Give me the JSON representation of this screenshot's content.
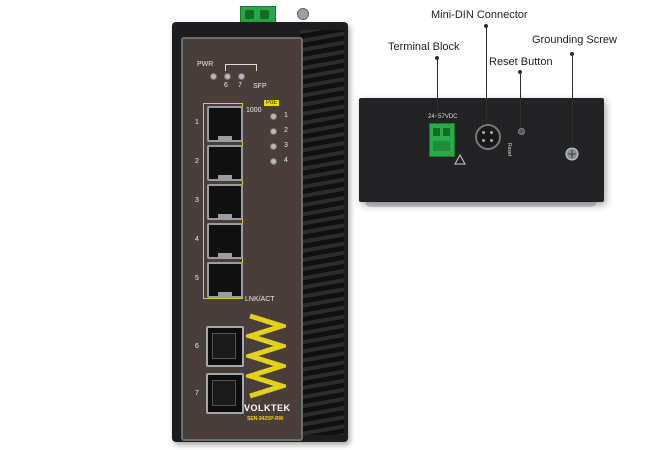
{
  "callouts": {
    "mini_din": "Mini-DIN Connector",
    "terminal_block": "Terminal Block",
    "grounding_screw": "Grounding Screw",
    "reset_button": "Reset Button"
  },
  "front_panel": {
    "pwr": "PWR",
    "sfp": "SFP",
    "sfp_led_6": "6",
    "sfp_led_7": "7",
    "speed": "1000",
    "poe": "PoE",
    "poe_leds": [
      "1",
      "2",
      "3",
      "4"
    ],
    "ports": [
      "1",
      "2",
      "3",
      "4",
      "5"
    ],
    "lnk_act": "LNK/ACT",
    "sfp_ports": [
      "6",
      "7"
    ],
    "brand": "VOLKTEK",
    "model": "SEN-9425P-RW"
  },
  "side_panel": {
    "voltage": "24~57VDC",
    "reset": "Reset"
  },
  "colors": {
    "panel": "#4a3e3a",
    "terminal_green": "#27a844",
    "poe_yellow": "#e8e100",
    "logo_yellow": "#e2d21b"
  }
}
